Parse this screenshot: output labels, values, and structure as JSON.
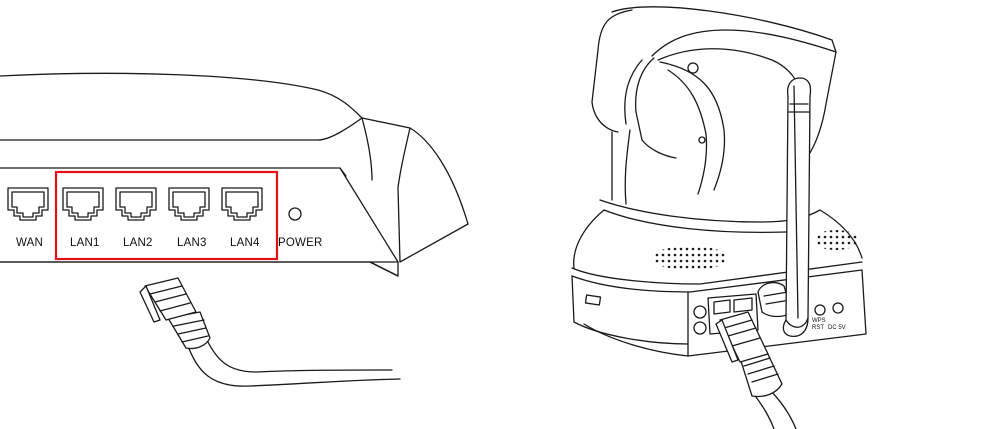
{
  "router": {
    "ports": {
      "wan": "WAN",
      "lan1": "LAN1",
      "lan2": "LAN2",
      "lan3": "LAN3",
      "lan4": "LAN4",
      "power": "POWER"
    },
    "highlight_color": "#e3101a"
  },
  "camera": {
    "labels": {
      "wps": "WPS",
      "rst": "RST",
      "dc": "DC 5V"
    }
  },
  "icons": {
    "router": "router-icon",
    "camera": "ip-camera-icon",
    "cable": "ethernet-cable-icon",
    "antenna": "antenna-icon"
  }
}
